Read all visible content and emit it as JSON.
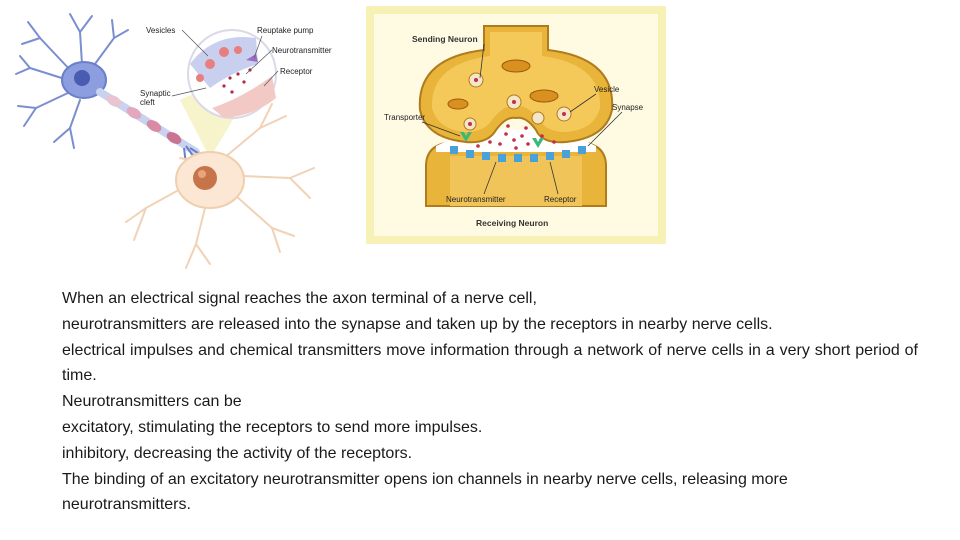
{
  "neuron_diagram": {
    "labels": {
      "vesicles": "Vesicles",
      "reuptake_pump": "Reuptake pump",
      "neurotransmitter": "Neurotransmitter",
      "receptor": "Receptor",
      "synaptic": "Synaptic",
      "cleft": "cleft"
    }
  },
  "synapse_diagram": {
    "labels": {
      "sending_neuron": "Sending Neuron",
      "vesicle": "Vesicle",
      "synapse": "Synapse",
      "transporter": "Transporter",
      "neurotransmitter": "Neurotransmitter",
      "receptor": "Receptor",
      "receiving_neuron": "Receiving Neuron"
    },
    "colors": {
      "frame": "#f7f1b6",
      "terminal": "#e8b53a",
      "cleft": "#ffffff"
    }
  },
  "text": {
    "lines": [
      "When an electrical signal reaches the axon terminal of a nerve cell,",
      "neurotransmitters are released into the synapse and taken up by the receptors in nearby nerve cells.",
      "electrical impulses and chemical transmitters move information through a network of nerve cells in a very short period of time.",
      "Neurotransmitters can be",
      "excitatory, stimulating the receptors to send more impulses.",
      "inhibitory, decreasing the activity of the receptors.",
      "The binding of an excitatory neurotransmitter opens ion channels in nearby nerve cells, releasing more neurotransmitters."
    ]
  }
}
